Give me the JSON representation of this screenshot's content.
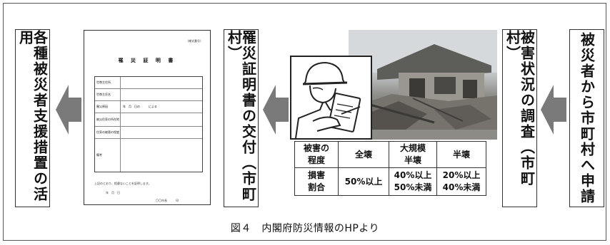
{
  "boxes": {
    "left": "各種被災者支援措置の活用",
    "issue": "罹災証明書の交付（市町村）",
    "survey": "被害状況の調査（市町村）",
    "apply": "被災者から市町村へ申請"
  },
  "document": {
    "corner_note": "（様式番号）",
    "title": "罹 災 証 明 書",
    "rows": [
      {
        "label": "世帯主住所",
        "value": ""
      },
      {
        "label": "世帯主氏名",
        "value": ""
      },
      {
        "label": "罹災原因",
        "value": "年　月　日の　　　による"
      },
      {
        "label": "被災住家の所在地",
        "value": ""
      },
      {
        "label": "住家の被害の程度",
        "value": ""
      },
      {
        "label": "備考",
        "value": ""
      }
    ],
    "footer_text": "上記のとおり、相違ないことを証明します。",
    "date_line": "年　月　日",
    "signer": "〇〇市長　　　印"
  },
  "damage_table": {
    "header": [
      "被害の程度",
      "全壊",
      "大規模半壊",
      "半壊"
    ],
    "row": [
      "損害割合",
      "50%以上",
      "40%以上 50%未満",
      "20%以上 40%未満"
    ]
  },
  "caption": "図４　内閣府防災情報のHPより"
}
